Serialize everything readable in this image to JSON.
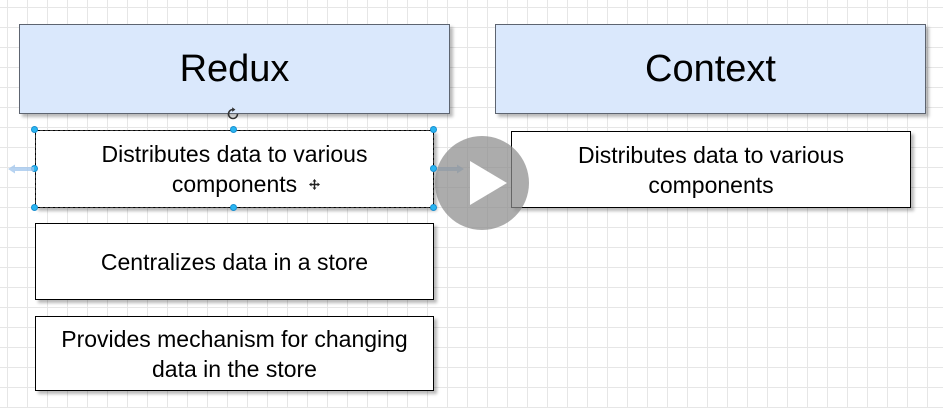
{
  "columns": [
    {
      "title": "Redux",
      "items": [
        "Distributes data to various components",
        "Centralizes data in a store",
        "Provides mechanism for changing data in the store"
      ]
    },
    {
      "title": "Context",
      "items": [
        "Distributes data to various components"
      ]
    }
  ],
  "colors": {
    "header_fill": "#dae8fc",
    "selection_handle": "#29b6f2",
    "play_overlay": "#8c8c8c"
  },
  "icons": {
    "rotate": "rotate-icon",
    "move": "move-icon",
    "play": "play-icon",
    "connection_arrow": "arrow-hint-icon"
  }
}
